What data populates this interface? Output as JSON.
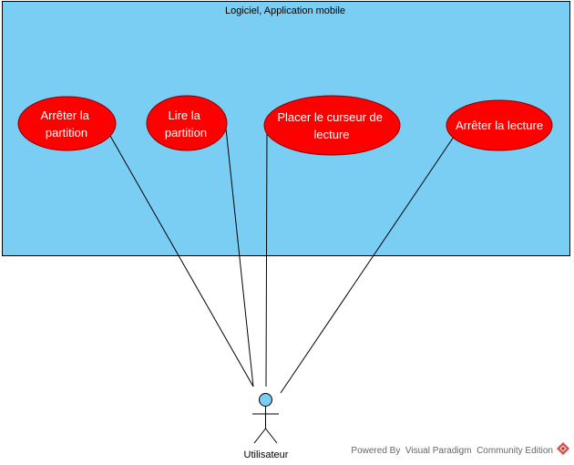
{
  "diagram": {
    "system": {
      "title": "Logiciel, Application mobile",
      "fill": "#7ACEF4",
      "border": "#000000"
    },
    "use_cases": [
      {
        "id": "uc1",
        "lines": [
          "Arrêter la",
          "partition"
        ]
      },
      {
        "id": "uc2",
        "lines": [
          "Lire la",
          "partition"
        ]
      },
      {
        "id": "uc3",
        "lines": [
          "Placer le curseur de",
          "lecture"
        ]
      },
      {
        "id": "uc4",
        "lines": [
          "Arrêter la lecture"
        ]
      }
    ],
    "use_case_style": {
      "fill": "#FF0000",
      "stroke": "#8B0000",
      "text_color": "#FFFFFF"
    },
    "actor": {
      "name": "Utilisateur",
      "head_fill": "#7ACEF4"
    },
    "associations": [
      {
        "from": "actor",
        "to": "uc1"
      },
      {
        "from": "actor",
        "to": "uc2"
      },
      {
        "from": "actor",
        "to": "uc3"
      },
      {
        "from": "actor",
        "to": "uc4"
      }
    ]
  },
  "watermark": {
    "text": "Powered By  Visual Paradigm  Community Edition",
    "icon": "visual-paradigm-logo-icon"
  }
}
